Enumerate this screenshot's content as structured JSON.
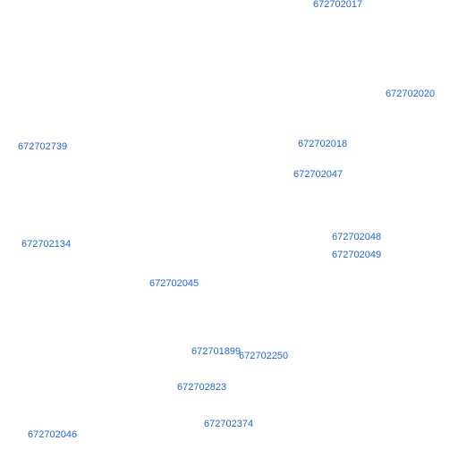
{
  "map": {
    "label_color": "#2266cc",
    "labels": [
      "672702017",
      "672702020",
      "672702739",
      "672702018",
      "672702047",
      "672702134",
      "672702048",
      "672702049",
      "672702045",
      "672701899",
      "672702250",
      "672702823",
      "672702374",
      "672702046"
    ]
  }
}
